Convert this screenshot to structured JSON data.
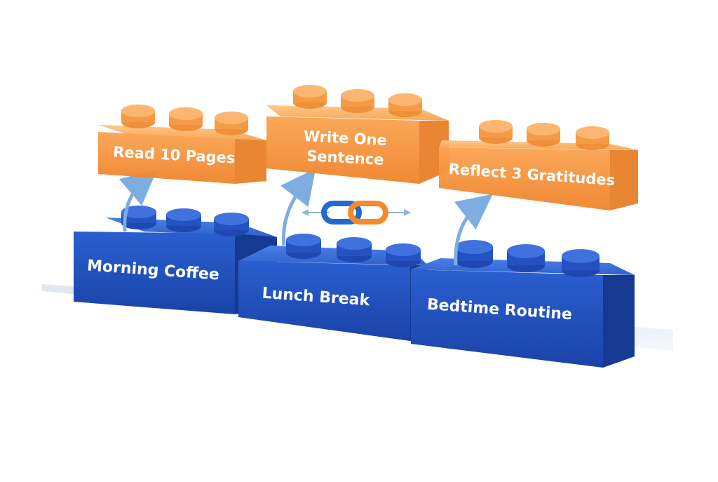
{
  "diagram": {
    "base_habits": [
      {
        "label": "Morning Coffee"
      },
      {
        "label": "Lunch Break"
      },
      {
        "label": "Bedtime Routine"
      }
    ],
    "new_habits": [
      {
        "label": "Read 10 Pages"
      },
      {
        "label_line1": "Write One",
        "label_line2": "Sentence"
      },
      {
        "label": "Reflect 3 Gratitudes"
      }
    ],
    "link_icon": "chain-link-icon",
    "colors": {
      "base_brick": "#1f4fc0",
      "base_brick_top": "#3a6fe0",
      "base_brick_side": "#173d99",
      "new_brick": "#f7953a",
      "new_brick_top": "#fbb46a",
      "new_brick_side": "#e07a22",
      "arrow": "#7eaee0",
      "link_blue": "#2469d0",
      "link_orange": "#f58a2a"
    }
  }
}
